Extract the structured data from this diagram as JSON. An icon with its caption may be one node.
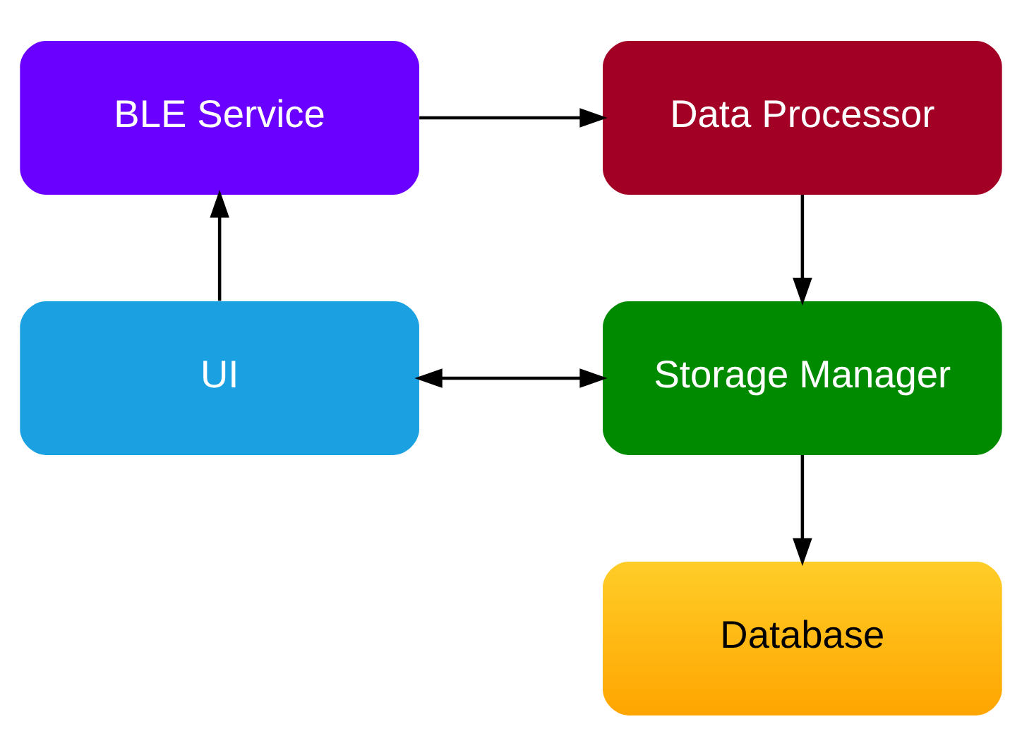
{
  "diagram": {
    "nodes": [
      {
        "text": [
          "BLE Service"
        ]
      },
      {
        "text": [
          "Data Processor"
        ]
      },
      {
        "text": [
          "UI"
        ]
      },
      {
        "text": [
          "Storage Manager"
        ]
      },
      {
        "text": [
          "Database"
        ]
      }
    ],
    "edges": [
      {
        "from": 0,
        "to": 1,
        "arrow": "to"
      },
      {
        "from": 1,
        "to": 3,
        "arrow": "to"
      },
      {
        "from": 2,
        "to": 0,
        "arrow": "to"
      },
      {
        "from": 2,
        "to": 3,
        "arrow": "both"
      },
      {
        "from": 3,
        "to": 4,
        "arrow": "to"
      }
    ]
  }
}
